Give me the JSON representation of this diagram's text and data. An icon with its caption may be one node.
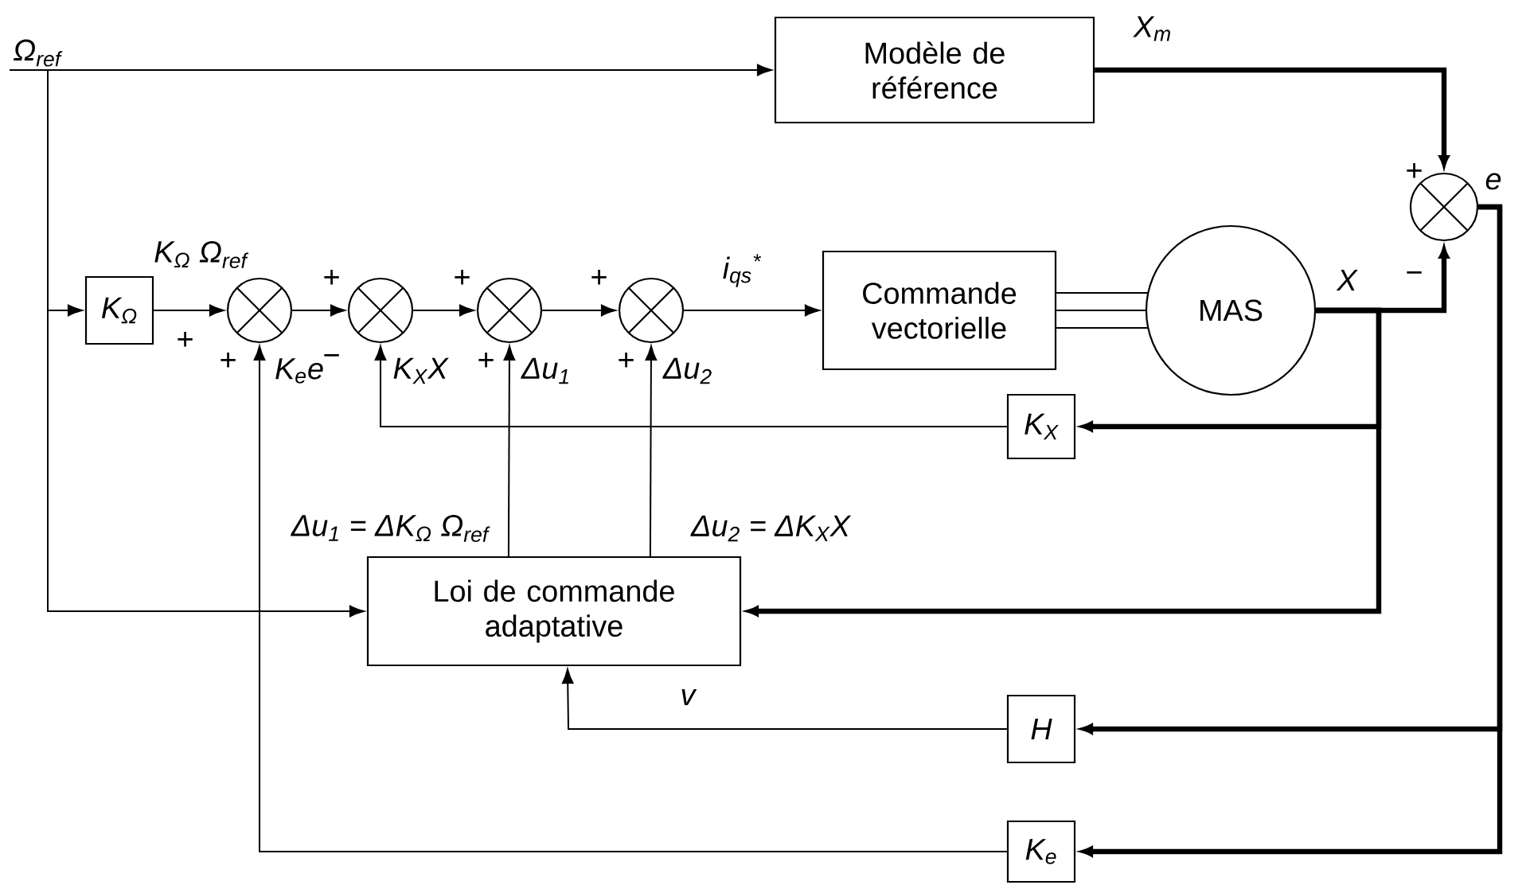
{
  "diagram": {
    "nodes": [
      {
        "text": [
          "Ω$_{ref}$"
        ]
      },
      {
        "text": [
          "Modèle de référence"
        ]
      },
      {
        "text": [
          "K$_{Ω}$"
        ]
      },
      {
        "text": [],
        "shape": "circle"
      },
      {
        "text": [],
        "shape": "circle"
      },
      {
        "text": [],
        "shape": "circle"
      },
      {
        "text": [],
        "shape": "circle"
      },
      {
        "text": [
          "Commande vectorielle"
        ]
      },
      {
        "text": [
          "MAS"
        ]
      },
      {
        "text": [],
        "shape": "circle"
      },
      {
        "text": [
          "K$_{X}$"
        ]
      },
      {
        "text": [
          "Loi de commande adaptative"
        ]
      },
      {
        "text": [
          "H"
        ]
      },
      {
        "text": [
          "K$_{e}$"
        ]
      }
    ],
    "edges": [
      {
        "from": 0,
        "to": 1,
        "arrow": "to"
      },
      {
        "from": 0,
        "to": 2,
        "arrow": "to"
      },
      {
        "from": 0,
        "to": 11,
        "arrow": "to"
      },
      {
        "from": 2,
        "to": 3,
        "arrow": "to",
        "label": "K$_{Ω}$ Ω$_{ref}$"
      },
      {
        "from": 3,
        "to": 4,
        "arrow": "to"
      },
      {
        "from": 4,
        "to": 5,
        "arrow": "to"
      },
      {
        "from": 5,
        "to": 6,
        "arrow": "to"
      },
      {
        "from": 6,
        "to": 7,
        "arrow": "to",
        "label": "i$_{qs}$$^{*}$"
      },
      {
        "from": 7,
        "to": 8,
        "arrow": "none"
      },
      {
        "from": 8,
        "to": 9,
        "arrow": "to",
        "label": "X",
        "style": "thick"
      },
      {
        "from": 1,
        "to": 9,
        "arrow": "to",
        "label": "X$_{m}$",
        "style": "thick"
      },
      {
        "from": 8,
        "to": 10,
        "arrow": "to",
        "style": "thick"
      },
      {
        "from": 8,
        "to": 11,
        "arrow": "to",
        "style": "thick"
      },
      {
        "from": 10,
        "to": 4,
        "arrow": "to",
        "label": "K$_{X}$X"
      },
      {
        "from": 11,
        "to": 5,
        "arrow": "to",
        "label": "Δu$_{1}$"
      },
      {
        "from": 11,
        "to": 6,
        "arrow": "to",
        "label": "Δu$_{2}$"
      },
      {
        "from": 9,
        "to": 12,
        "arrow": "to",
        "label": "e",
        "style": "thick"
      },
      {
        "from": 9,
        "to": 13,
        "arrow": "to",
        "style": "thick"
      },
      {
        "from": 12,
        "to": 11,
        "arrow": "to",
        "label": "v"
      },
      {
        "from": 13,
        "to": 3,
        "arrow": "to",
        "label": "K$_{e}$e"
      },
      {
        "from": 7,
        "to": 8,
        "arrow": "none"
      },
      {
        "from": 7,
        "to": 8,
        "arrow": "none"
      }
    ],
    "labels": [
      "+",
      "+",
      "+",
      "+",
      "−",
      "+",
      "+",
      "−",
      "+",
      "+",
      "Δu$_{1}$ = ΔK$_{Ω}$ Ω$_{ref}$",
      "Δu$_{2}$ = ΔK$_{X}$X"
    ]
  }
}
